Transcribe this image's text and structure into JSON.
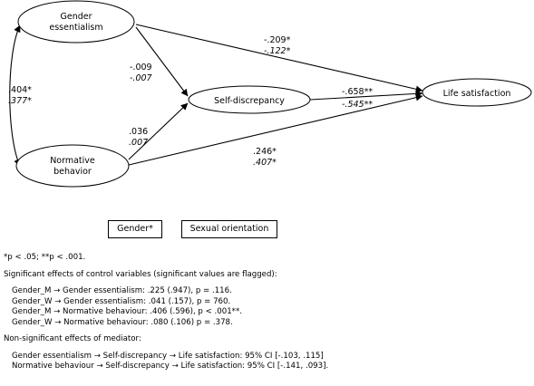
{
  "nodes": {
    "gender_essentialism": {
      "line1": "Gender",
      "line2": "essentialism"
    },
    "normative_behavior": {
      "line1": "Normative",
      "line2": "behavior"
    },
    "self_discrepancy": {
      "label": "Self-discrepancy"
    },
    "life_satisfaction": {
      "label": "Life satisfaction"
    }
  },
  "coefficients": {
    "correlation": {
      "top": ".404*",
      "bottom": ".377*"
    },
    "ge_to_ls": {
      "top": "-.209*",
      "bottom": "-.122*"
    },
    "ge_to_sd": {
      "top": "-.009",
      "bottom": "-.007"
    },
    "nb_to_sd": {
      "top": ".036",
      "bottom": ".007"
    },
    "sd_to_ls": {
      "top": "-.658**",
      "bottom": "-.545**"
    },
    "nb_to_ls": {
      "top": ".246*",
      "bottom": ".407*"
    }
  },
  "legend": {
    "gender": "Gender*",
    "sexual_orientation": "Sexual orientation"
  },
  "notes": {
    "significance": "*p < .05; **p < .001.",
    "control_heading": "Significant effects of control variables (significant values are flagged):",
    "control_effects": [
      "Gender_M → Gender essentialism: .225 (.947), p = .116.",
      "Gender_W → Gender essentialism: .041 (.157), p = 760.",
      "Gender_M → Normative behaviour: .406 (.596), p < .001**.",
      "Gender_W → Normative behaviour: .080 (.106) p = .378."
    ],
    "mediator_heading": "Non-significant effects of mediator:",
    "mediator_effects": [
      "Gender essentialism → Self-discrepancy → Life satisfaction: 95% CI [-.103, .115]",
      "Normative behaviour → Self-discrepancy → Life satisfaction: 95% CI [-.141, .093]."
    ]
  }
}
